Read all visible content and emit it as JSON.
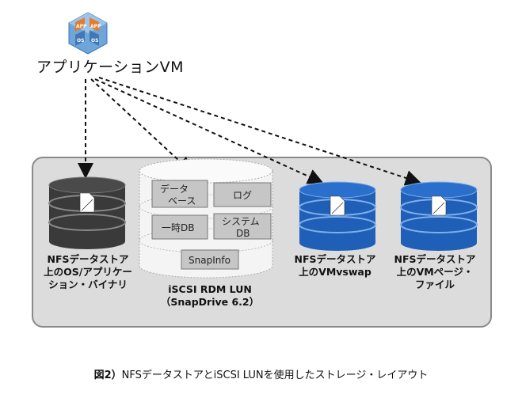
{
  "app_vm": {
    "icon_text": [
      "APP",
      "APP",
      "OS",
      "OS"
    ],
    "label": "アプリケーションVM"
  },
  "datastores": [
    {
      "label_lines": [
        "NFSデータストア",
        "上のOS/アプリケー",
        "ション・バイナリ"
      ],
      "color": "#3a3a3a"
    },
    {
      "label_lines": [
        "iSCSI RDM LUN",
        "（SnapDrive 6.2）"
      ],
      "color": "#f2f2f2"
    },
    {
      "label_lines": [
        "NFSデータストア",
        "上のVMvswap"
      ],
      "color": "#1f5fb8"
    },
    {
      "label_lines": [
        "NFSデータストア",
        "上のVMページ・",
        "ファイル"
      ],
      "color": "#1f5fb8"
    }
  ],
  "lun_cells": {
    "database": [
      "データ",
      "ベース"
    ],
    "log": "ログ",
    "tempdb": "一時DB",
    "systemdb": [
      "システム",
      "DB"
    ],
    "snapinfo": "SnapInfo"
  },
  "caption": {
    "figure": "図2）",
    "text": "NFSデータストアとiSCSI LUNを使用したストレージ・レイアウト"
  },
  "colors": {
    "panel": "#dcdcdc",
    "dark_disk": "#3a3a3a",
    "blue_disk": "#1f5fb8",
    "lun_disk": "#f2f2f2",
    "icon_blue": "#4a86c8",
    "icon_orange": "#e57b2a"
  }
}
